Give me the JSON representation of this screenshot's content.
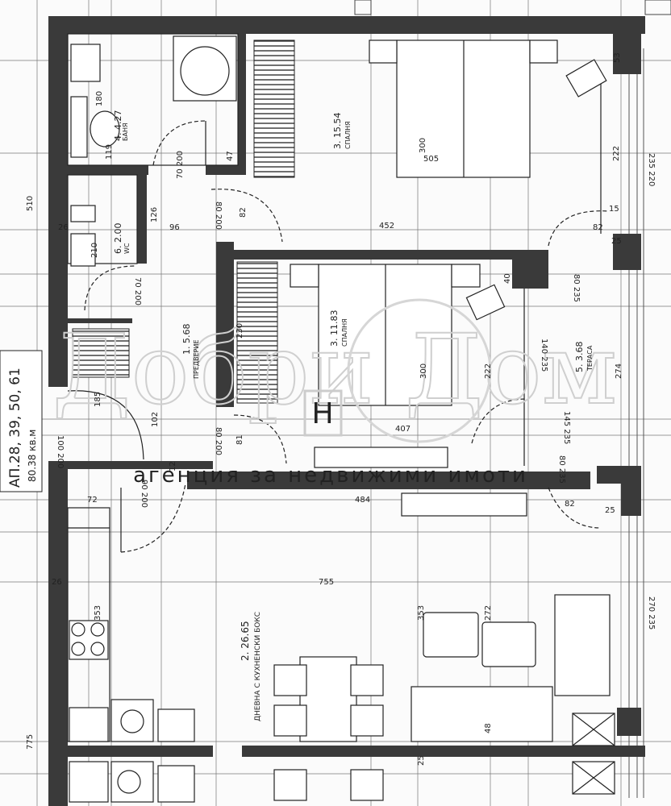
{
  "apartment": {
    "code": "АП.28, 39, 50, 61",
    "area": "80.38 кв.м"
  },
  "watermark": {
    "name": "Добри Дом",
    "agency": "агенция за недвижими имоти",
    "logo_letter": "H"
  },
  "rooms": {
    "bath": {
      "label": "4. 4.27",
      "name": "БАНЯ"
    },
    "bed1": {
      "label": "3. 15.54",
      "name": "СПАЛНЯ"
    },
    "wc": {
      "label": "6. 2.00",
      "name": "WC"
    },
    "hall": {
      "label": "1. 5.68",
      "name": "ПРЕДВЕРИЕ"
    },
    "bed2": {
      "label": "3. 11.83",
      "name": "СПАЛНЯ"
    },
    "terrace": {
      "label": "5. 3.68",
      "name": "ТЕРАСА"
    },
    "living": {
      "label": "2. 26.65",
      "name": "ДНЕВНА С КУХНЕНСКИ БОКС"
    }
  },
  "dims": {
    "d510": "510",
    "d775": "775",
    "d180": "180",
    "d119": "119",
    "d47": "47",
    "door_bath": "70 200",
    "d505": "505",
    "d300a": "300",
    "d222a": "222",
    "d53": "53",
    "d235_220": "235 220",
    "d26a": "26",
    "d96": "96",
    "d452": "452",
    "d126": "126",
    "d82a": "82",
    "door_wc": "80 200",
    "d15": "15",
    "d25a": "25",
    "d210": "210",
    "door_wc2": "70 200",
    "d230": "230",
    "d300b": "300",
    "d222b": "222",
    "d40": "40",
    "door_ter": "80 235",
    "d140_235": "140 235",
    "d274": "274",
    "d185": "185",
    "d102": "102",
    "d407": "407",
    "door_hall": "80 200",
    "d81": "81",
    "d145_235": "145 235",
    "door_main": "100 200",
    "d12": "12",
    "door_liv": "90 200",
    "d72": "72",
    "d484": "484",
    "d82b": "82",
    "d25b": "25",
    "door_ter2": "80 235",
    "d755": "755",
    "d353a": "353",
    "d353b": "353",
    "d272": "272",
    "d270_235": "270 235",
    "d48": "48",
    "d25c": "25",
    "d26b": "26"
  }
}
